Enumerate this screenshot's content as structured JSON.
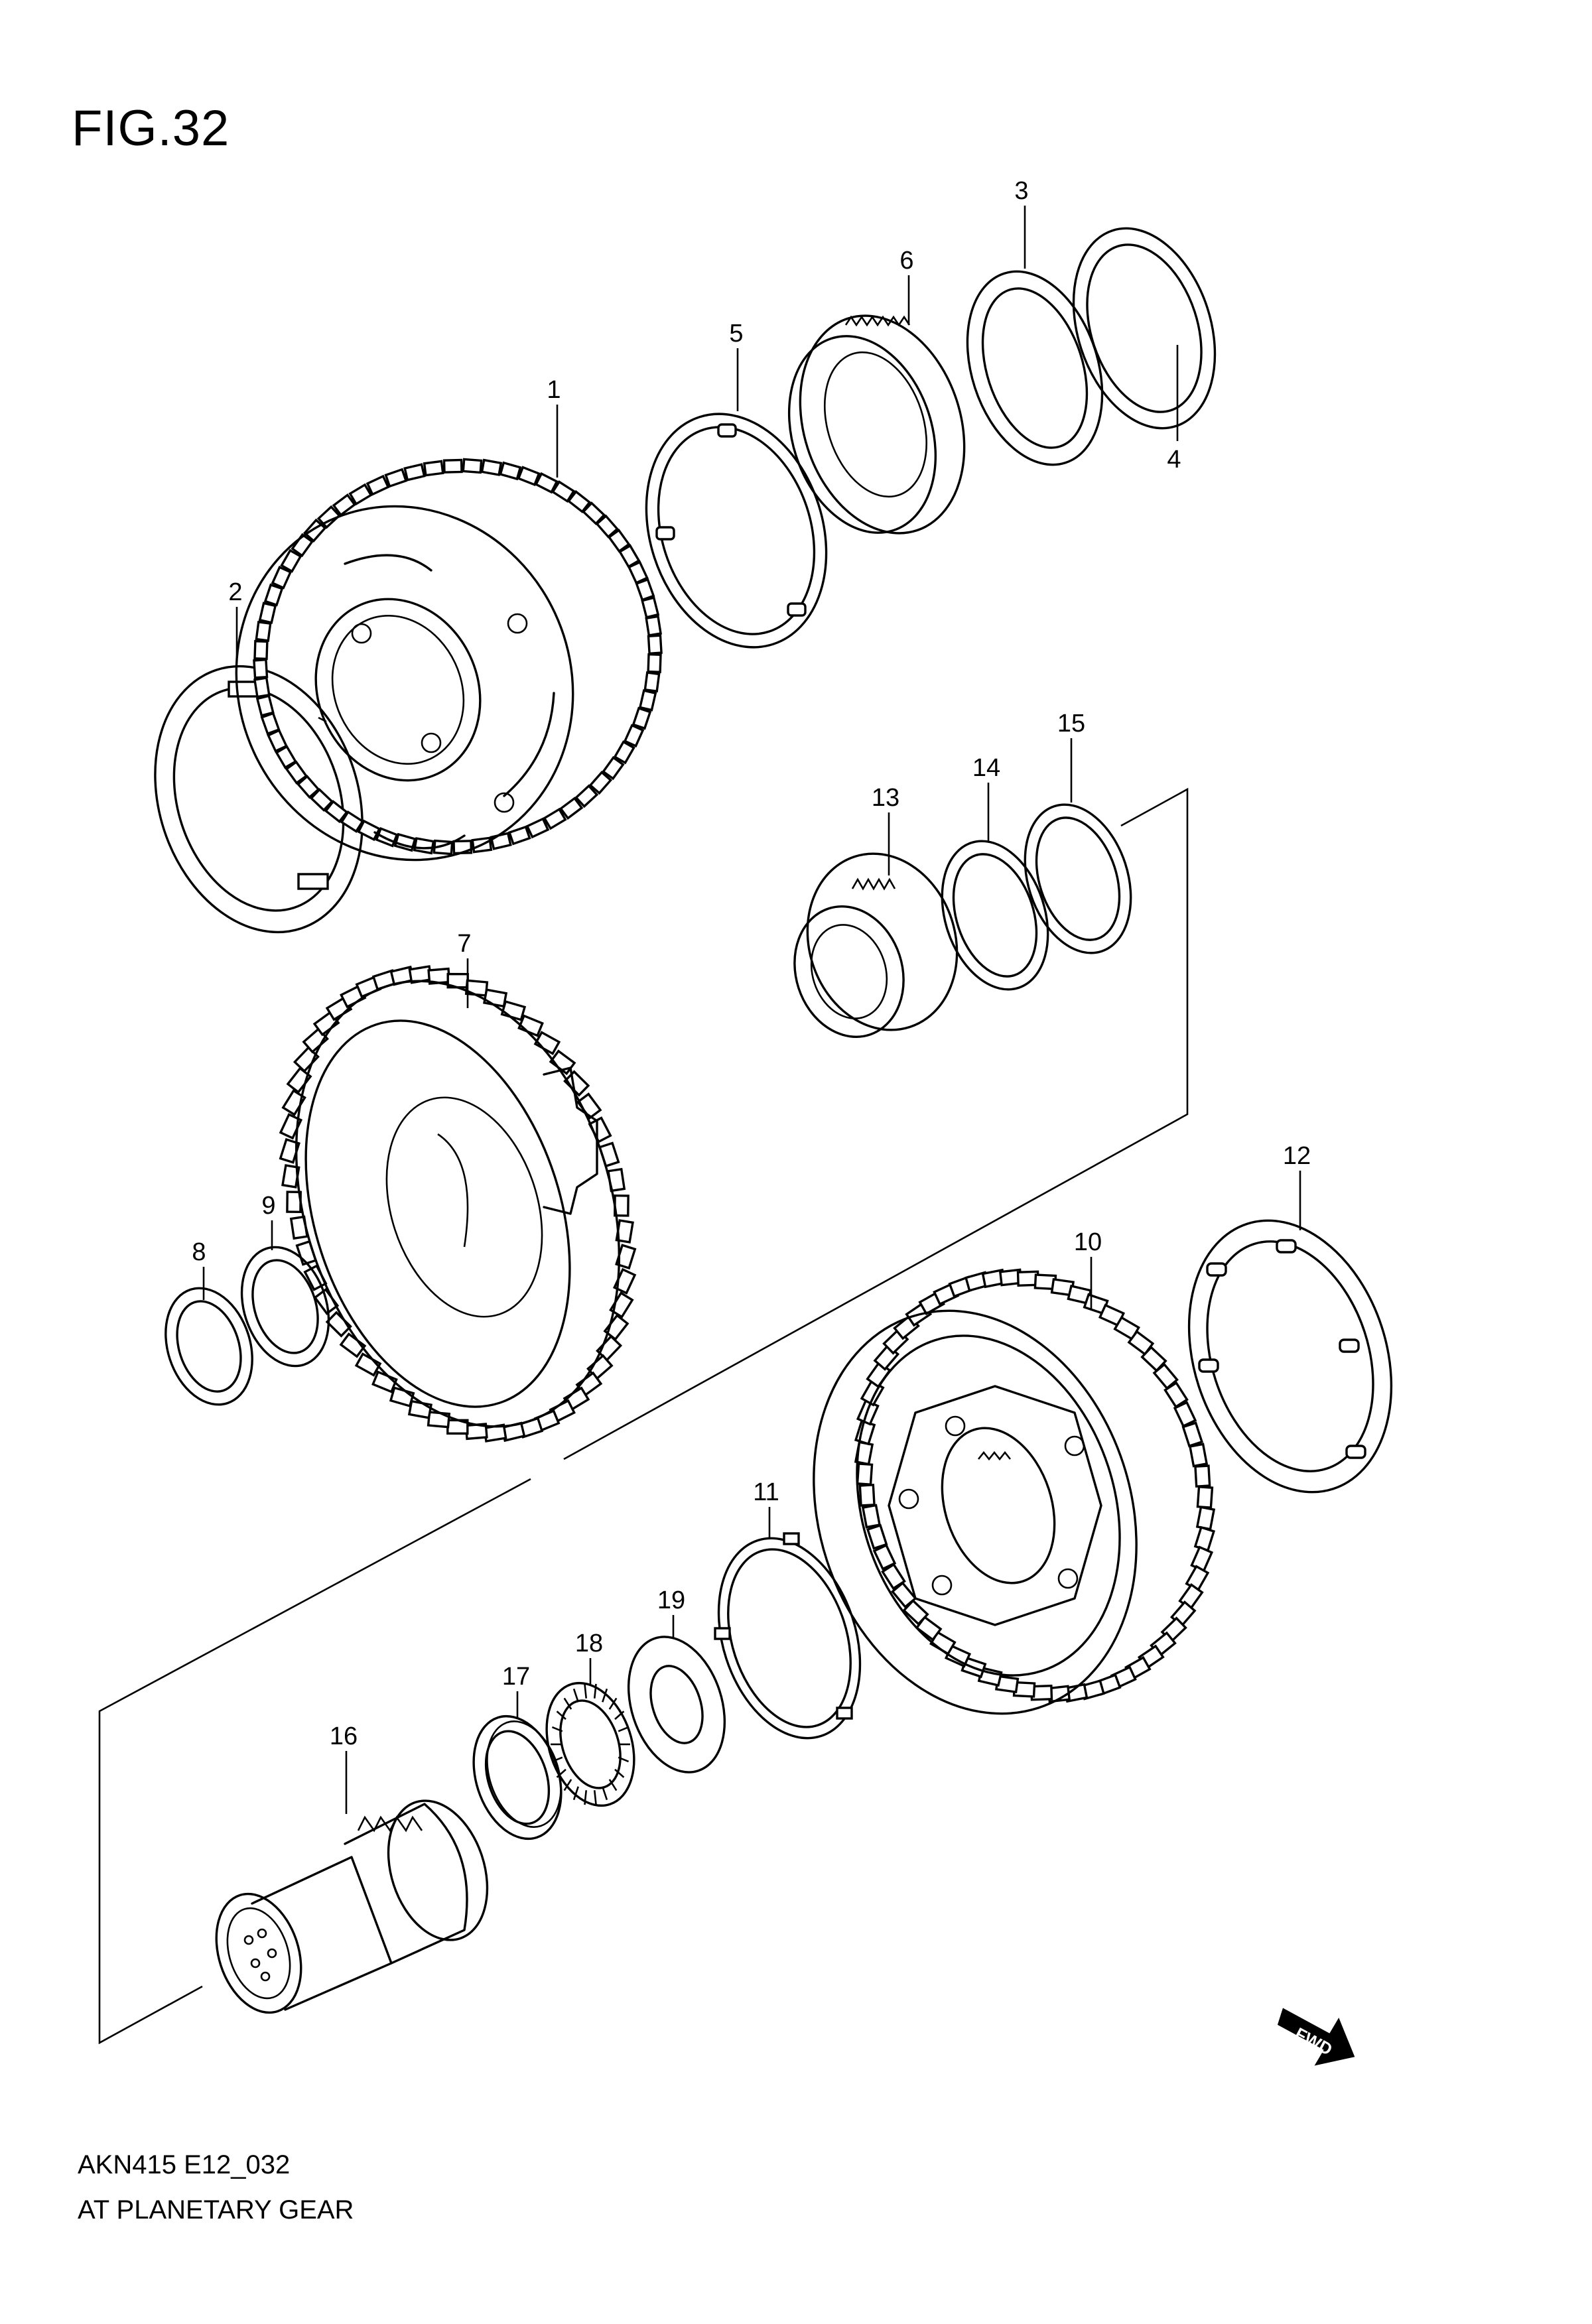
{
  "figure_title": "FIG.32",
  "footer": {
    "code": "AKN415 E12_032",
    "name": "AT PLANETARY GEAR"
  },
  "fwd_label": "FWD",
  "parts": [
    {
      "id": "p1",
      "number": "1",
      "kind": "planetary-ring-gear"
    },
    {
      "id": "p2",
      "number": "2",
      "kind": "thrust-washer"
    },
    {
      "id": "p3",
      "number": "3",
      "kind": "thrust-washer"
    },
    {
      "id": "p4",
      "number": "4",
      "kind": "thrust-washer"
    },
    {
      "id": "p5",
      "number": "5",
      "kind": "thrust-plate"
    },
    {
      "id": "p6",
      "number": "6",
      "kind": "sun-gear"
    },
    {
      "id": "p7",
      "number": "7",
      "kind": "ring-gear-drum"
    },
    {
      "id": "p8",
      "number": "8",
      "kind": "washer"
    },
    {
      "id": "p9",
      "number": "9",
      "kind": "washer"
    },
    {
      "id": "p10",
      "number": "10",
      "kind": "planetary-carrier"
    },
    {
      "id": "p11",
      "number": "11",
      "kind": "thrust-washer"
    },
    {
      "id": "p12",
      "number": "12",
      "kind": "thrust-plate"
    },
    {
      "id": "p13",
      "number": "13",
      "kind": "sun-gear"
    },
    {
      "id": "p14",
      "number": "14",
      "kind": "washer"
    },
    {
      "id": "p15",
      "number": "15",
      "kind": "washer"
    },
    {
      "id": "p16",
      "number": "16",
      "kind": "output-shaft-gear"
    },
    {
      "id": "p17",
      "number": "17",
      "kind": "bearing-race"
    },
    {
      "id": "p18",
      "number": "18",
      "kind": "needle-bearing"
    },
    {
      "id": "p19",
      "number": "19",
      "kind": "washer"
    }
  ]
}
